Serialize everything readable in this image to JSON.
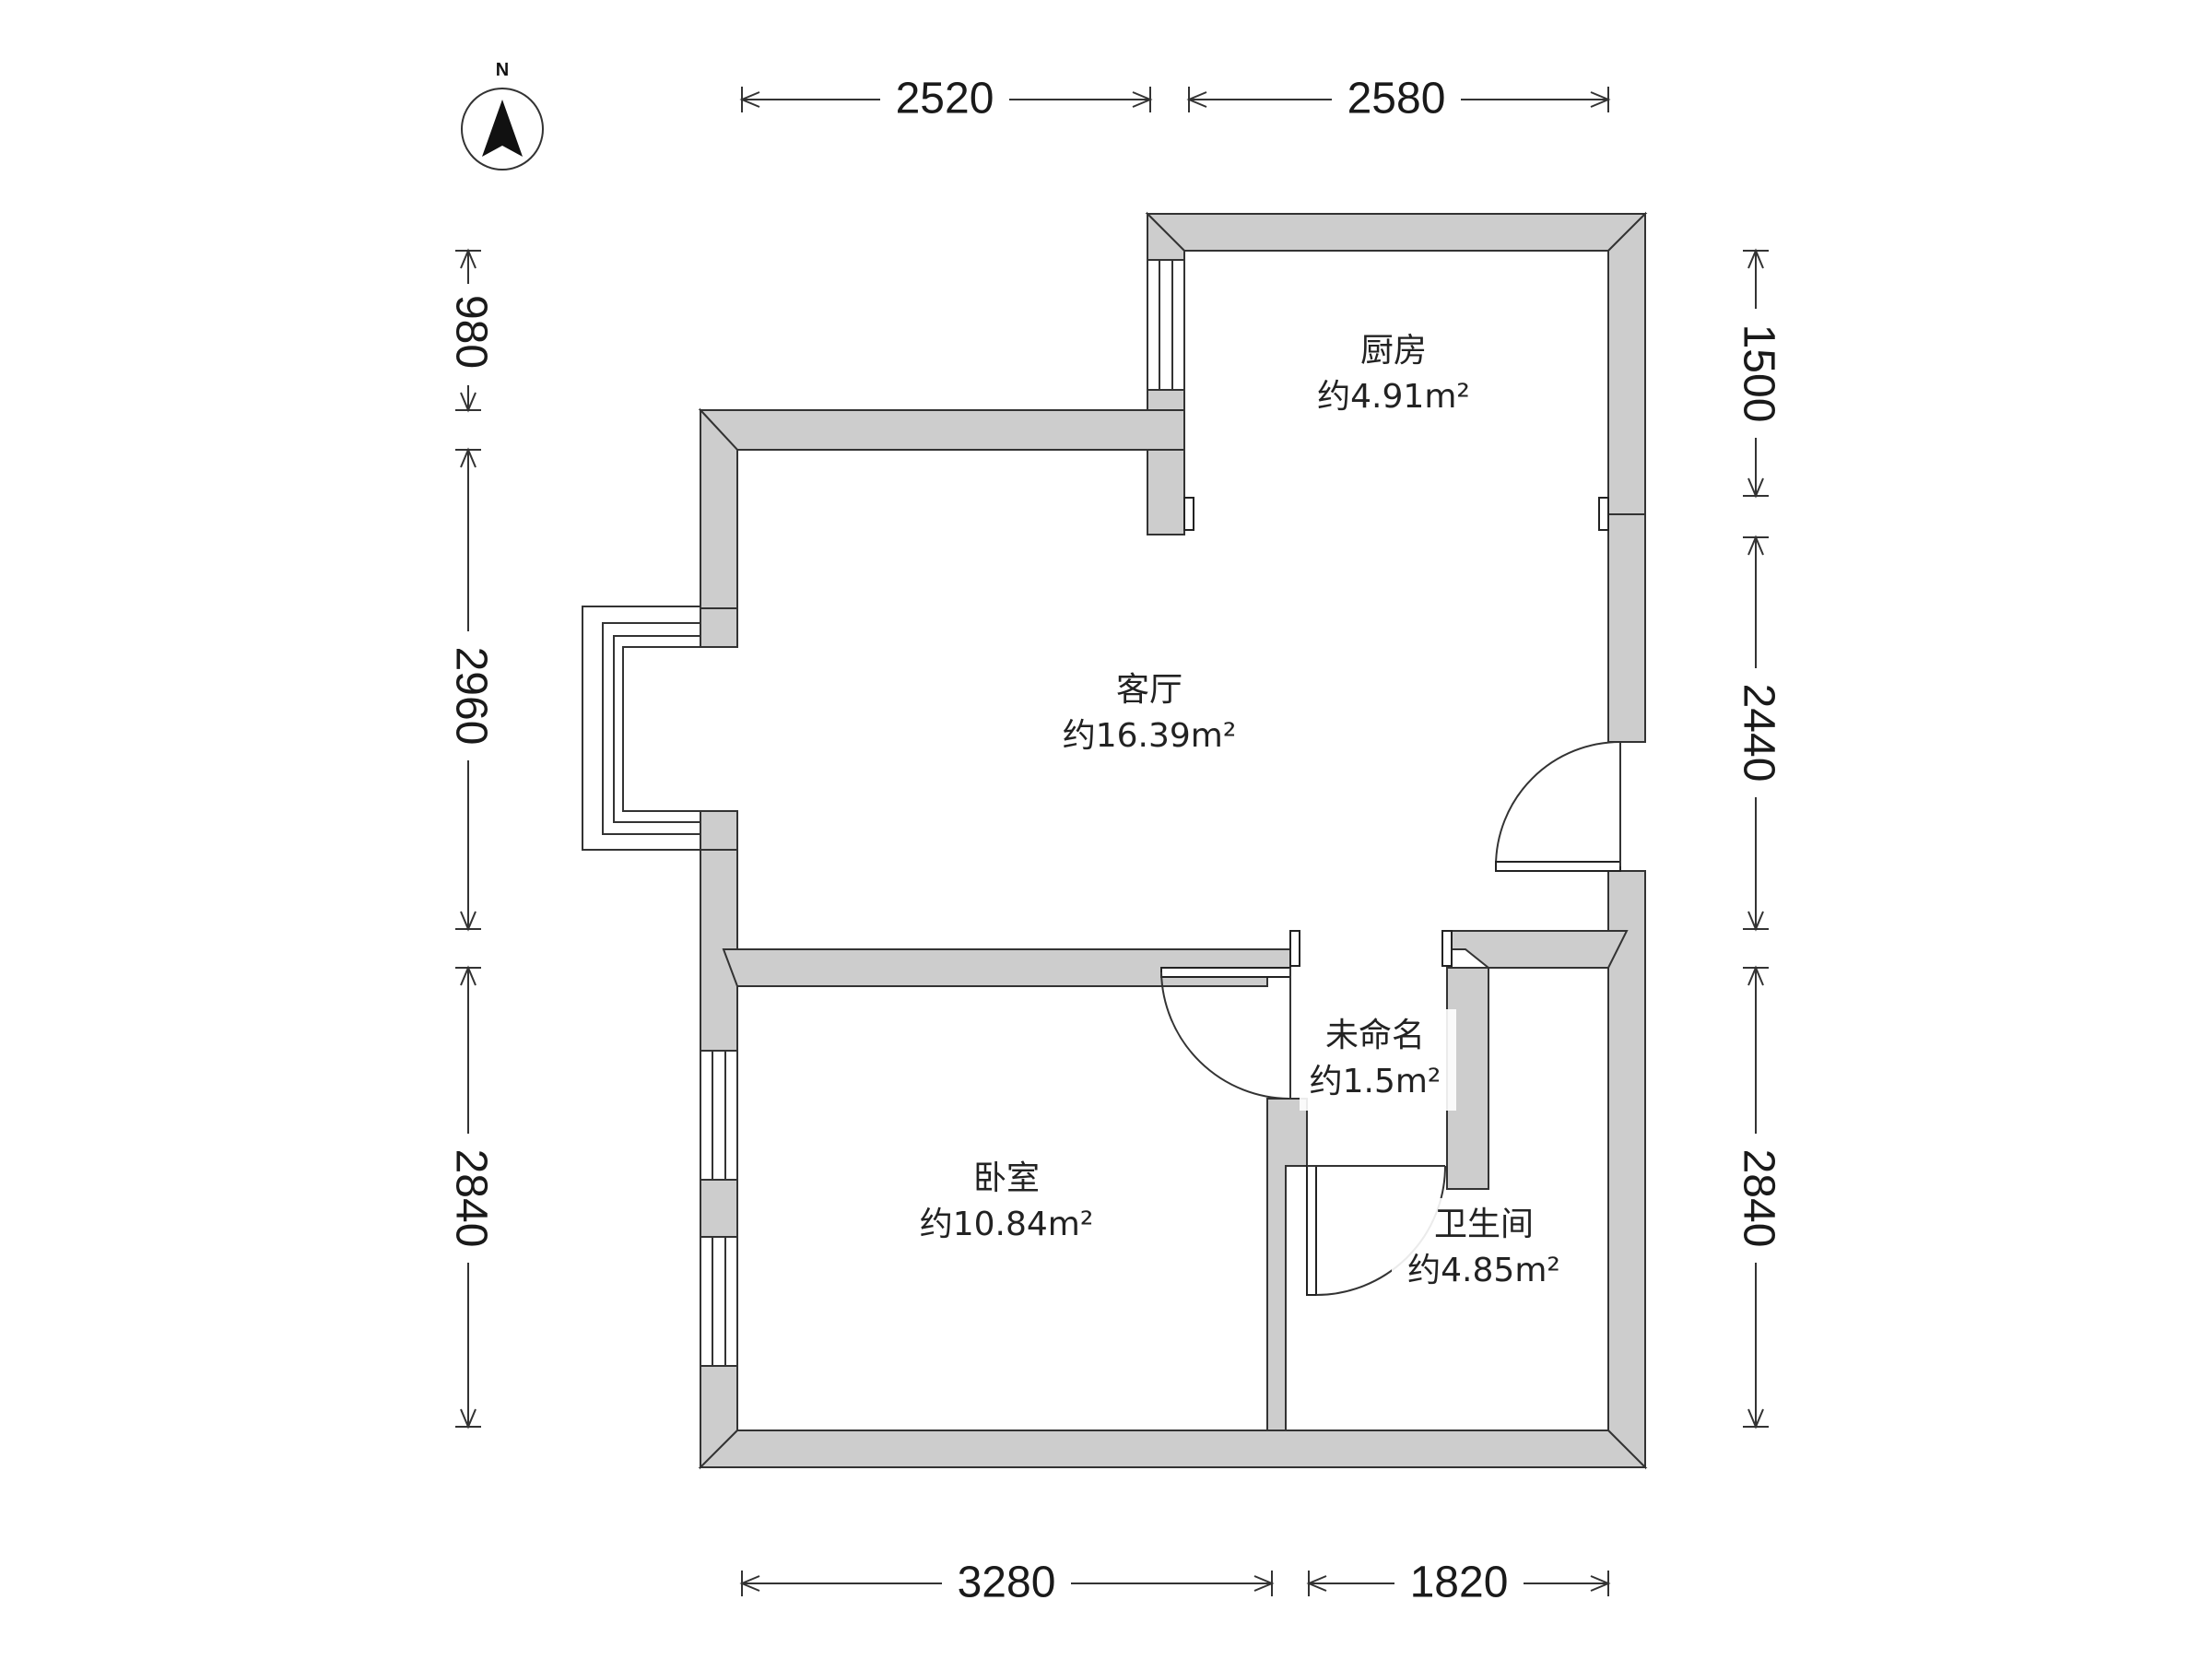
{
  "compass": {
    "label": "N"
  },
  "dimensions": {
    "top": [
      "2520",
      "2580"
    ],
    "bottom": [
      "3280",
      "1820"
    ],
    "left": [
      "980",
      "2960",
      "2840"
    ],
    "right": [
      "1500",
      "2440",
      "2840"
    ]
  },
  "rooms": {
    "kitchen": {
      "name": "厨房",
      "area": "约4.91m²"
    },
    "living": {
      "name": "客厅",
      "area": "约16.39m²"
    },
    "unnamed": {
      "name": "未命名",
      "area": "约1.5m²"
    },
    "bedroom": {
      "name": "卧室",
      "area": "约10.84m²"
    },
    "bathroom": {
      "name": "卫生间",
      "area": "约4.85m²"
    }
  },
  "colors": {
    "wall_fill": "#cdcdcd",
    "line": "#333333",
    "background": "#ffffff"
  }
}
